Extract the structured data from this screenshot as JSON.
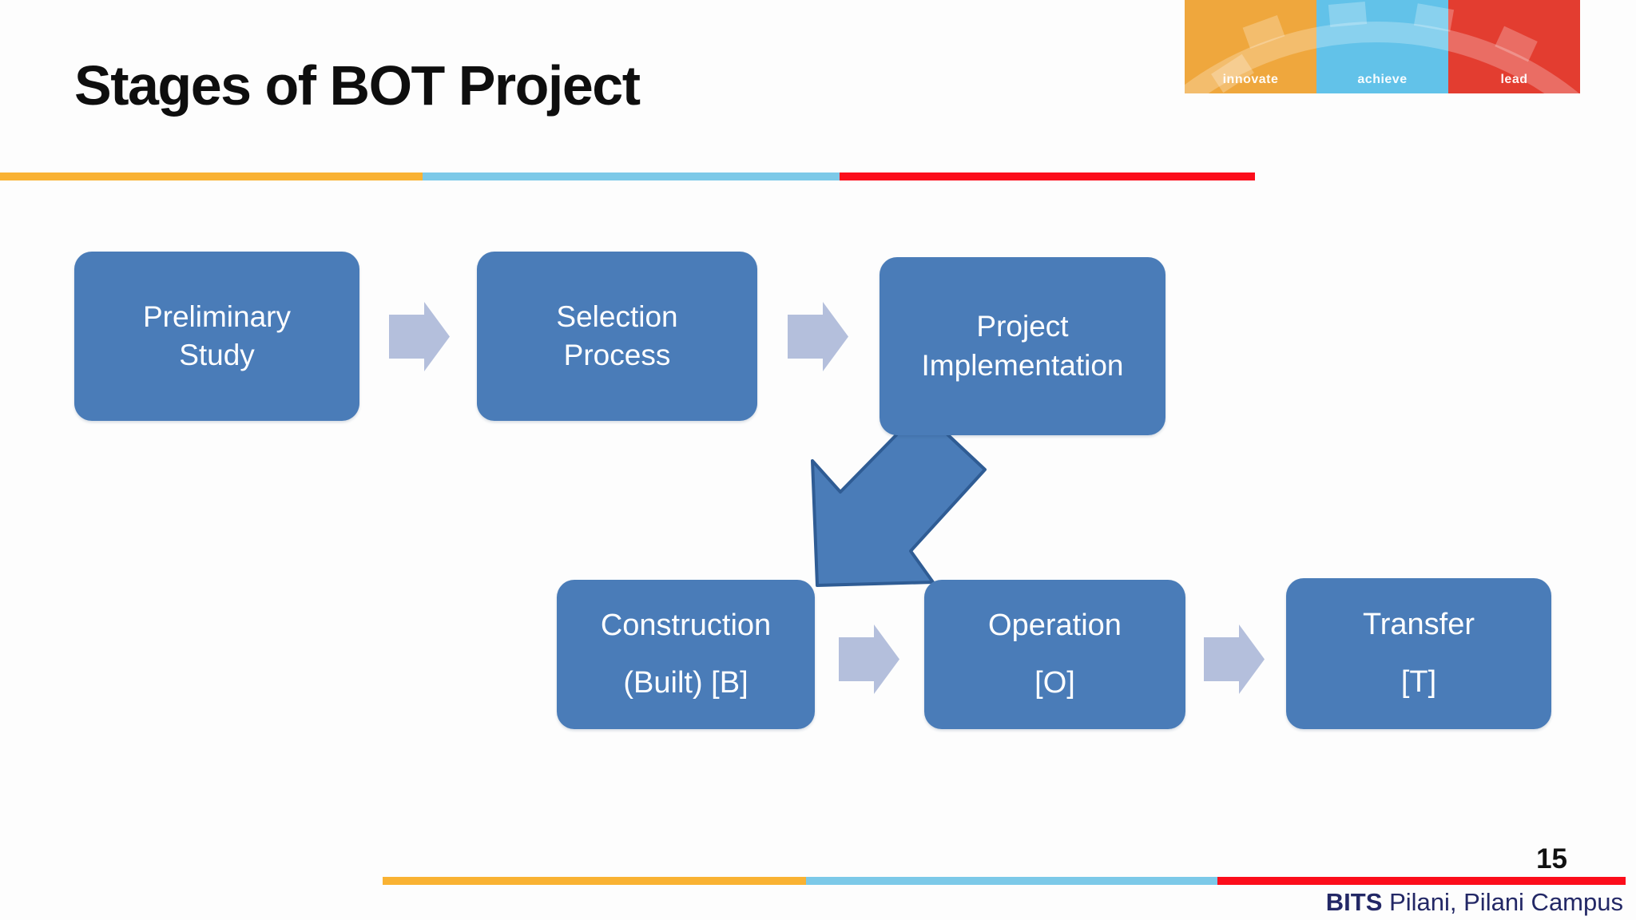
{
  "slide": {
    "title": "Stages of BOT Project",
    "page_number": "15",
    "footer": {
      "bold": "BITS",
      "rest": "Pilani, Pilani Campus"
    }
  },
  "logo": {
    "panels": [
      {
        "label": "innovate",
        "color": "#EFA73D"
      },
      {
        "label": "achieve",
        "color": "#62C2E9"
      },
      {
        "label": "lead",
        "color": "#E33D30"
      }
    ]
  },
  "colors": {
    "box_fill": "#4A7CB8",
    "box_text": "#FFFFFF",
    "small_arrow": "#B4BFDC",
    "big_arrow_fill": "#4A7CB8",
    "big_arrow_stroke": "#2F5C94",
    "bar_yellow": "#F9B233",
    "bar_light_blue": "#7CC9E8",
    "bar_red": "#FC0D1B",
    "footer_text": "#232866"
  },
  "icons": {
    "flow_arrow": "arrow-right-icon",
    "big_arrow": "arrow-down-left-icon",
    "logo_arc": "gear-arc-icon"
  },
  "diagram": {
    "top_row": [
      {
        "name": "preliminary-study",
        "lines": [
          "Preliminary",
          "Study"
        ]
      },
      {
        "name": "selection-process",
        "lines": [
          "Selection",
          "Process"
        ]
      },
      {
        "name": "project-implementation",
        "lines": [
          "Project",
          "Implementation"
        ]
      }
    ],
    "bottom_row": [
      {
        "name": "construction",
        "lines": [
          "Construction",
          "(Built) [B]"
        ]
      },
      {
        "name": "operation",
        "lines": [
          "Operation",
          "[O]"
        ]
      },
      {
        "name": "transfer",
        "lines": [
          "Transfer",
          "[T]"
        ]
      }
    ],
    "connections": [
      {
        "from": "preliminary-study",
        "to": "selection-process"
      },
      {
        "from": "selection-process",
        "to": "project-implementation"
      },
      {
        "from": "project-implementation",
        "to": "construction"
      },
      {
        "from": "construction",
        "to": "operation"
      },
      {
        "from": "operation",
        "to": "transfer"
      }
    ]
  }
}
